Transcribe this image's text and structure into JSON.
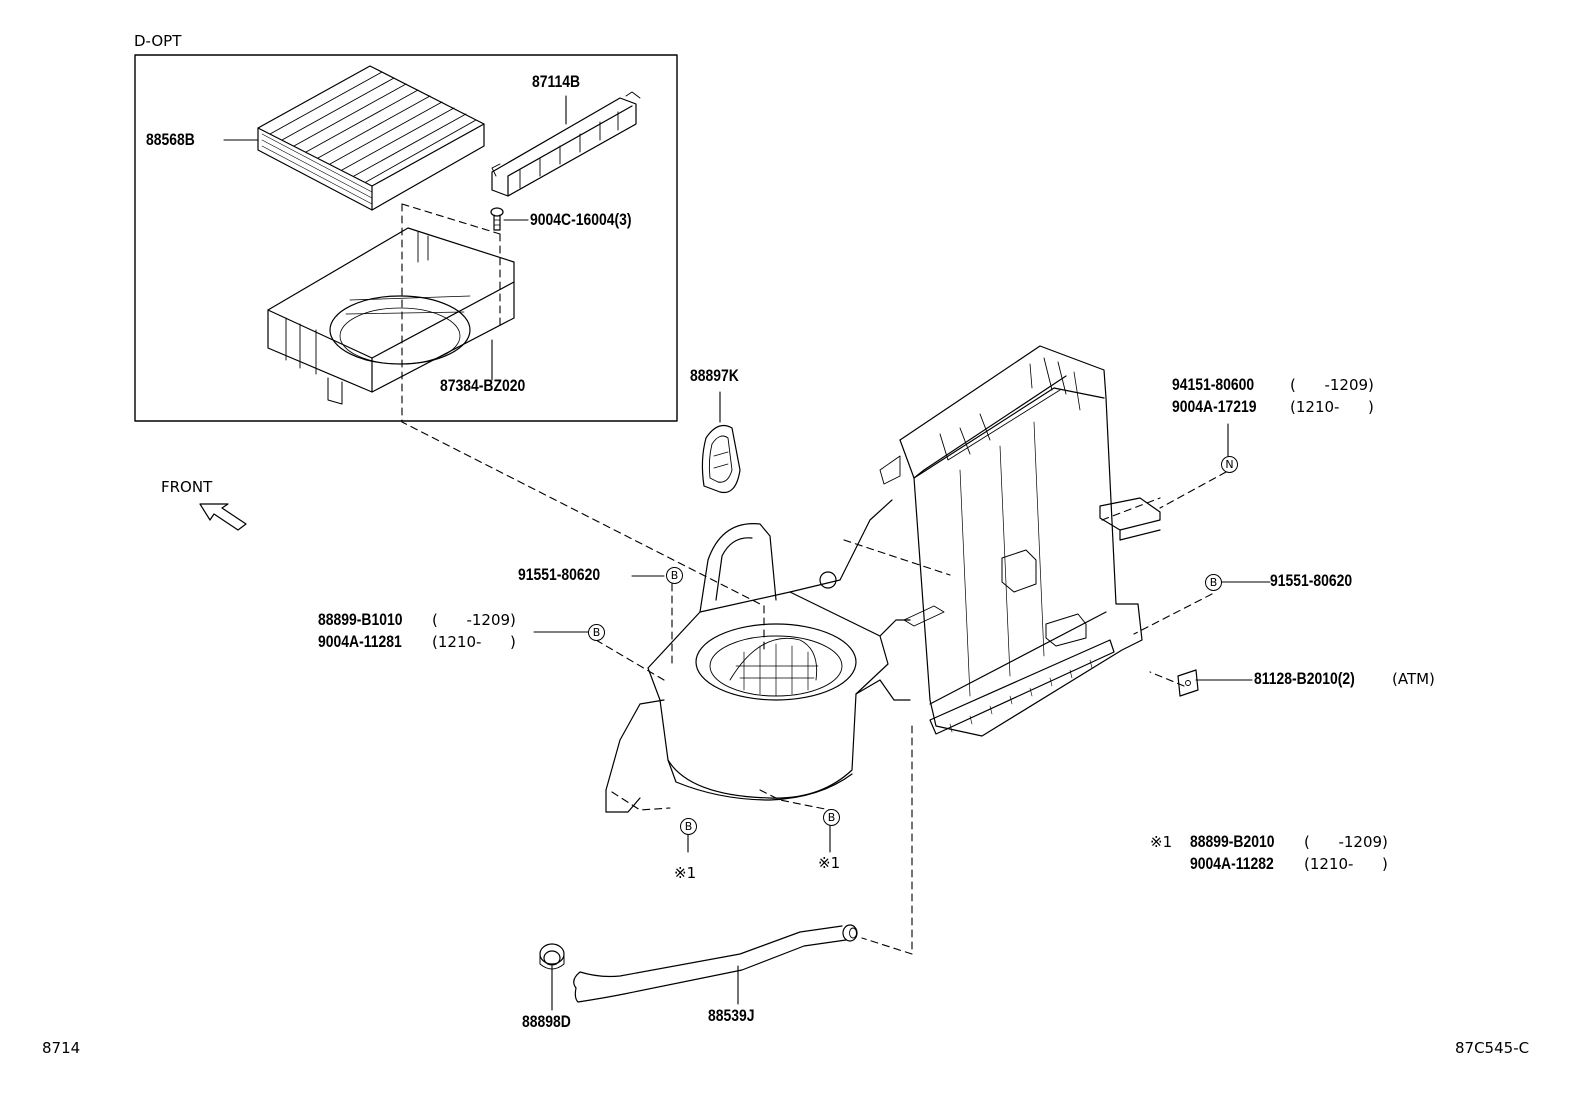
{
  "group_label": "D-OPT",
  "front_label": "FRONT",
  "parts": {
    "p88568B": "88568B",
    "p87114B": "87114B",
    "p9004C": "9004C-16004(3)",
    "p87384": "87384-BZ020",
    "p88897K": "88897K",
    "p94151_code": "94151-80600",
    "p94151_range": "(      -1209)",
    "p9004A17219_code": "9004A-17219",
    "p9004A17219_range": "(1210-      )",
    "p91551_left": "91551-80620",
    "p91551_right": "91551-80620",
    "p88899B1010_code": "88899-B1010",
    "p88899B1010_range": "(      -1209)",
    "p9004A11281_code": "9004A-11281",
    "p9004A11281_range": "(1210-      )",
    "p81128_code": "81128-B2010(2)",
    "p81128_note": "(ATM)",
    "p88899B2010_code": "88899-B2010",
    "p88899B2010_range": "(      -1209)",
    "p9004A11282_code": "9004A-11282",
    "p9004A11282_range": "(1210-      )",
    "p88898D": "88898D",
    "p88539J": "88539J"
  },
  "markers": {
    "B": "B",
    "N": "N",
    "note1": "※1"
  },
  "footer": {
    "left": "8714",
    "right": "87C545-C"
  }
}
